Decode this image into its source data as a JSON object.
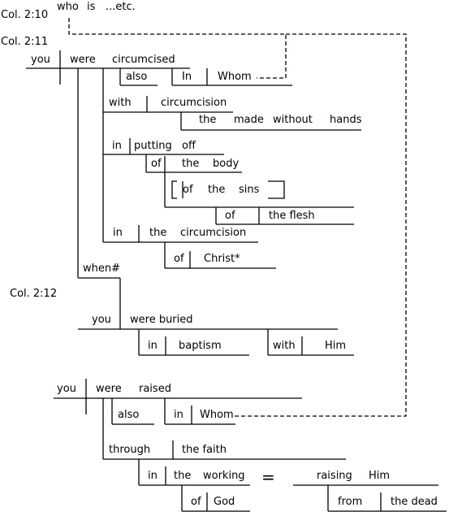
{
  "verses": {
    "v10": "Col. 2:10",
    "v11": "Col. 2:11",
    "v12": "Col. 2:12"
  },
  "v10": {
    "who": "who",
    "is": "is",
    "etc": "...etc."
  },
  "main1": {
    "subject": "you",
    "verb": "were",
    "participle": "circumcised",
    "also": "also",
    "in": "In",
    "whom": "Whom",
    "with": "with",
    "circumcision": "circumcision",
    "the1": "the",
    "made": "made",
    "without": "without",
    "hands": "hands",
    "in2": "in",
    "putting": "putting",
    "off": "off",
    "of1": "of",
    "the2": "the",
    "body": "body",
    "of2": "of",
    "the3": "the",
    "sins": "sins",
    "of3": "of",
    "theflesh": "the flesh",
    "in3": "in",
    "the4": "the",
    "circumcision2": "circumcision",
    "of4": "of",
    "christ": "Christ*"
  },
  "v12": {
    "when": "when#",
    "subject": "you",
    "buried": "were buried",
    "in": "in",
    "baptism": "baptism",
    "with": "with",
    "him": "Him"
  },
  "main2": {
    "subject": "you",
    "verb": "were",
    "raised": "raised",
    "also": "also",
    "in": "in",
    "whom": "Whom",
    "through": "through",
    "faith": "the faith",
    "in2": "in",
    "the": "the",
    "working": "working",
    "equals": "=",
    "raising": "raising",
    "him": "Him",
    "of": "of",
    "god": "God",
    "from": "from",
    "thedead": "the dead"
  }
}
